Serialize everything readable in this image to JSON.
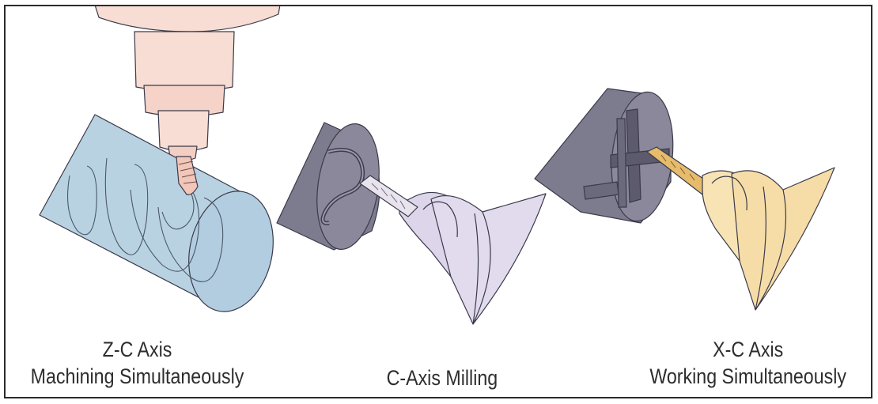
{
  "captions": {
    "zc": {
      "line1": "Z-C  Axis",
      "line2": "Machining Simultaneously"
    },
    "c": {
      "line1": "C-Axis Milling"
    },
    "xc": {
      "line1": "X-C  Axis",
      "line2": "Working Simultaneously"
    }
  },
  "colors": {
    "spindle": "#f7ddd3",
    "cylinder": "#b9d2e2",
    "disc": "#7d7b8e",
    "chuck_lavender": "#ddd5ea",
    "chuck_cream": "#f8e3b5",
    "bit": "#e8e3ec",
    "bit_gold": "#e6bb6b"
  }
}
